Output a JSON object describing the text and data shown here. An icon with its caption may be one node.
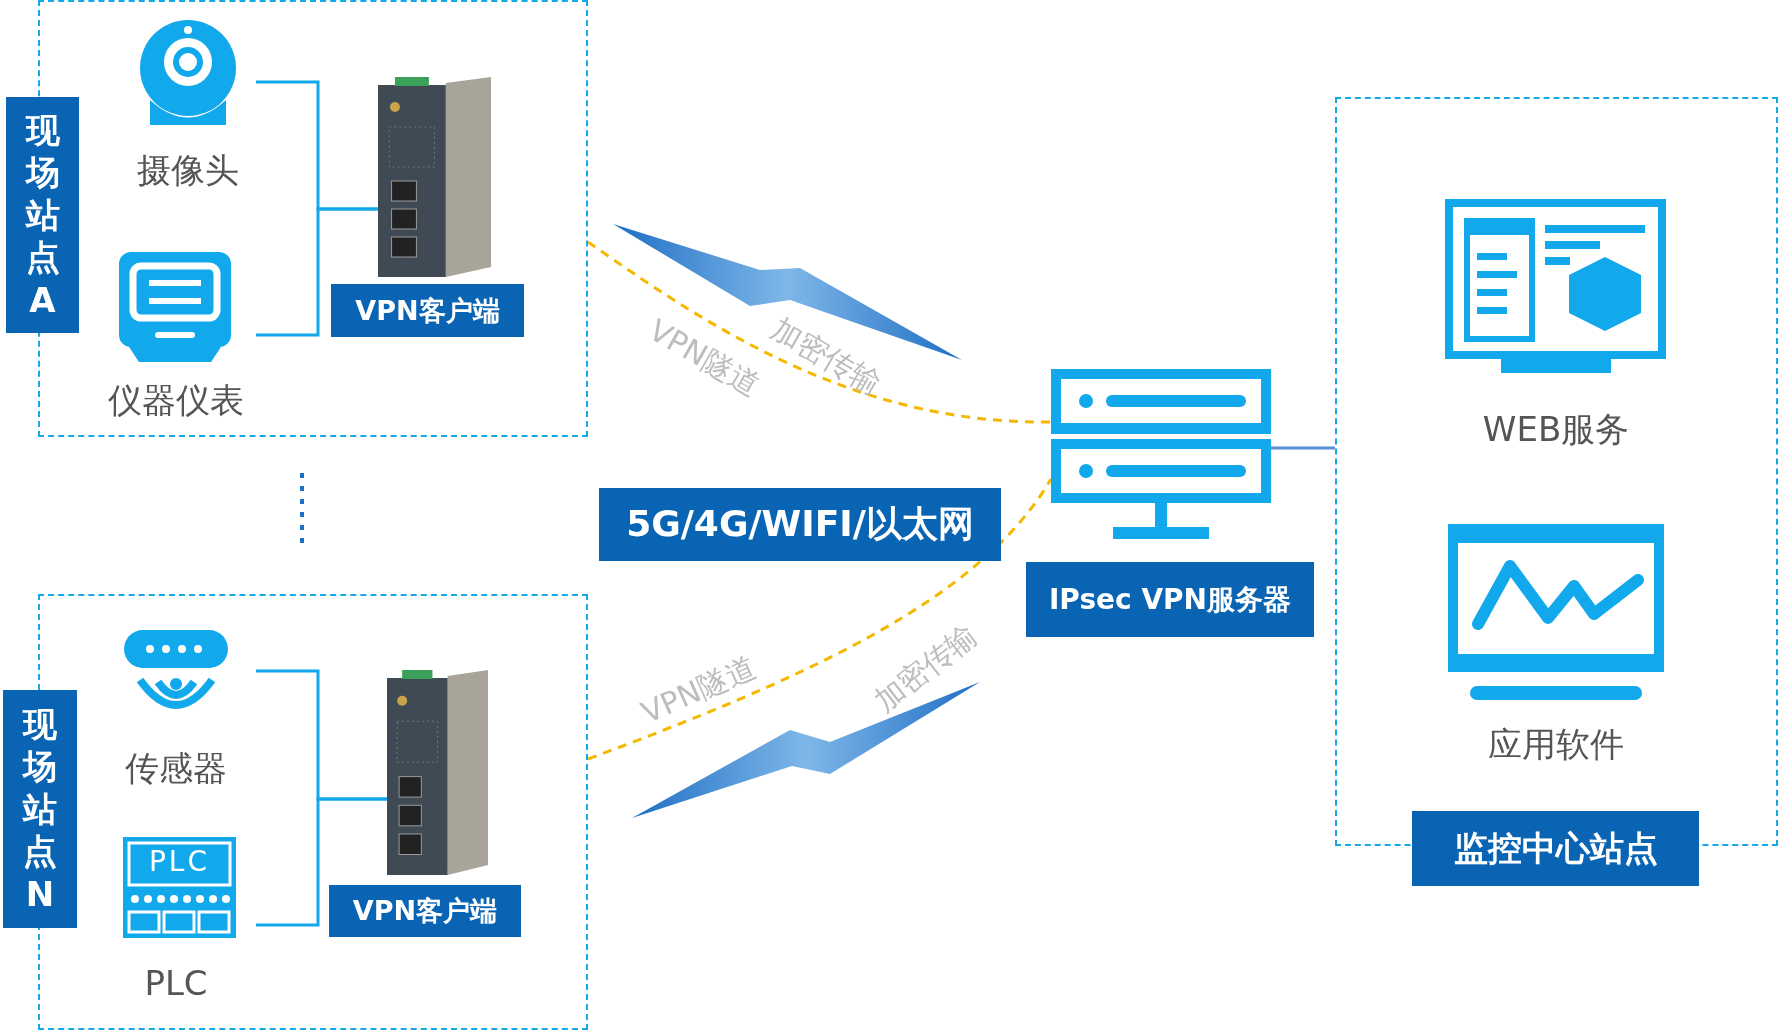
{
  "diagram": {
    "nodes": [
      {
        "text": [
          "现场站点A"
        ]
      },
      {
        "text": [
          "摄像头"
        ],
        "in": 0
      },
      {
        "text": [
          "仪器仪表"
        ],
        "in": 0
      },
      {
        "text": [
          "VPN客户端"
        ],
        "in": 0
      },
      {
        "text": [
          "现场站点N"
        ]
      },
      {
        "text": [
          "传感器"
        ],
        "in": 4
      },
      {
        "text": [
          "PLC",
          "PLC"
        ],
        "in": 4
      },
      {
        "text": [
          "VPN客户端"
        ],
        "in": 4
      },
      {
        "text": [
          "IPsec VPN服务器"
        ]
      },
      {
        "text": [],
        "shape": "box"
      },
      {
        "text": [
          "WEB服务"
        ],
        "in": 9
      },
      {
        "text": [
          "应用软件"
        ],
        "in": 9
      },
      {
        "text": [
          "监控中心站点"
        ]
      },
      {
        "text": [
          "5G/4G/WIFI/以太网"
        ]
      }
    ],
    "edges": [
      {
        "from": 1,
        "to": 3,
        "arrow": "none"
      },
      {
        "from": 2,
        "to": 3,
        "arrow": "none"
      },
      {
        "from": 5,
        "to": 7,
        "arrow": "none"
      },
      {
        "from": 6,
        "to": 7,
        "arrow": "none"
      },
      {
        "from": 0,
        "to": 8,
        "arrow": "none",
        "label": "VPN隧道",
        "style": "dashed",
        "color": "#f5b800"
      },
      {
        "from": 4,
        "to": 8,
        "arrow": "none",
        "label": "VPN隧道",
        "style": "dashed",
        "color": "#f5b800"
      },
      {
        "from": 8,
        "to": 9,
        "arrow": "none",
        "color": "#5b8fd8"
      }
    ],
    "labels": [
      "加密传输",
      "加密传输"
    ]
  }
}
